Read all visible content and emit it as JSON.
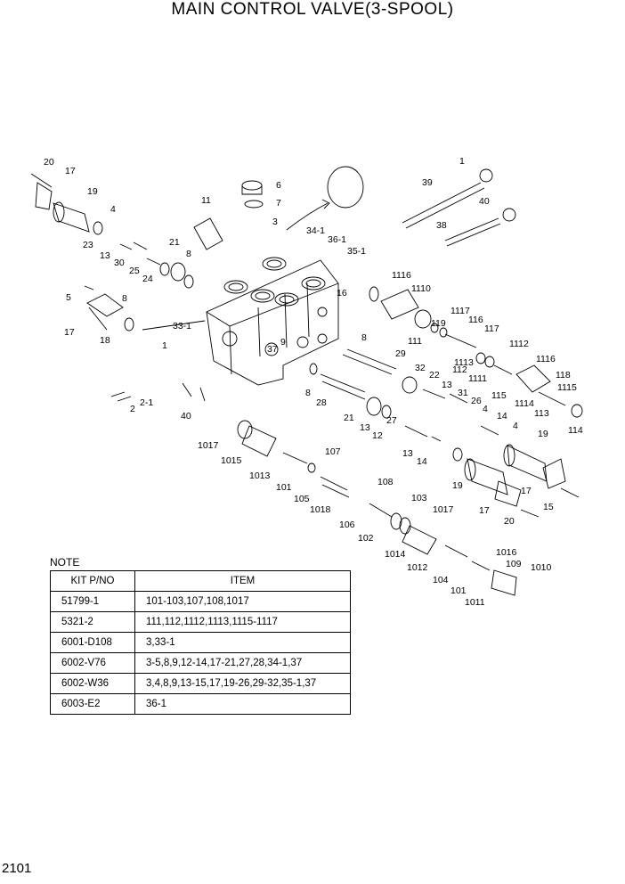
{
  "title": "MAIN CONTROL VALVE(3-SPOOL)",
  "page_number": "2101",
  "note_label": "NOTE",
  "kit_table": {
    "headers": [
      "KIT P/NO",
      "ITEM"
    ],
    "rows": [
      [
        "51799-1",
        "101-103,107,108,1017"
      ],
      [
        "5321-2",
        "111,112,1112,1113,1115-1117"
      ],
      [
        "6001-D108",
        "3,33-1"
      ],
      [
        "6002-V76",
        "3-5,8,9,12-14,17-21,27,28,34-1,37"
      ],
      [
        "6002-W36",
        "3,4,8,9,13-15,17,19-26,29-32,35-1,37"
      ],
      [
        "6003-E2",
        "36-1"
      ]
    ]
  },
  "callouts": [
    "20",
    "17",
    "19",
    "4",
    "23",
    "13",
    "30",
    "25",
    "24",
    "21",
    "8",
    "11",
    "6",
    "7",
    "3",
    "34-1",
    "36-1",
    "35-1",
    "1",
    "39",
    "40",
    "38",
    "5",
    "8",
    "17",
    "18",
    "33-1",
    "1",
    "37",
    "9",
    "16",
    "1116",
    "1110",
    "1117",
    "119",
    "116",
    "111",
    "117",
    "8",
    "29",
    "1112",
    "32",
    "22",
    "1113",
    "112",
    "1111",
    "13",
    "1116",
    "118",
    "1115",
    "31",
    "26",
    "115",
    "1114",
    "113",
    "114",
    "2",
    "2-1",
    "40",
    "8",
    "28",
    "21",
    "13",
    "12",
    "27",
    "13",
    "4",
    "14",
    "14",
    "4",
    "19",
    "1017",
    "1015",
    "107",
    "1013",
    "101",
    "105",
    "1018",
    "108",
    "103",
    "1017",
    "106",
    "102",
    "19",
    "17",
    "17",
    "20",
    "15",
    "1014",
    "1012",
    "104",
    "101",
    "1011",
    "1016",
    "109",
    "1010"
  ]
}
